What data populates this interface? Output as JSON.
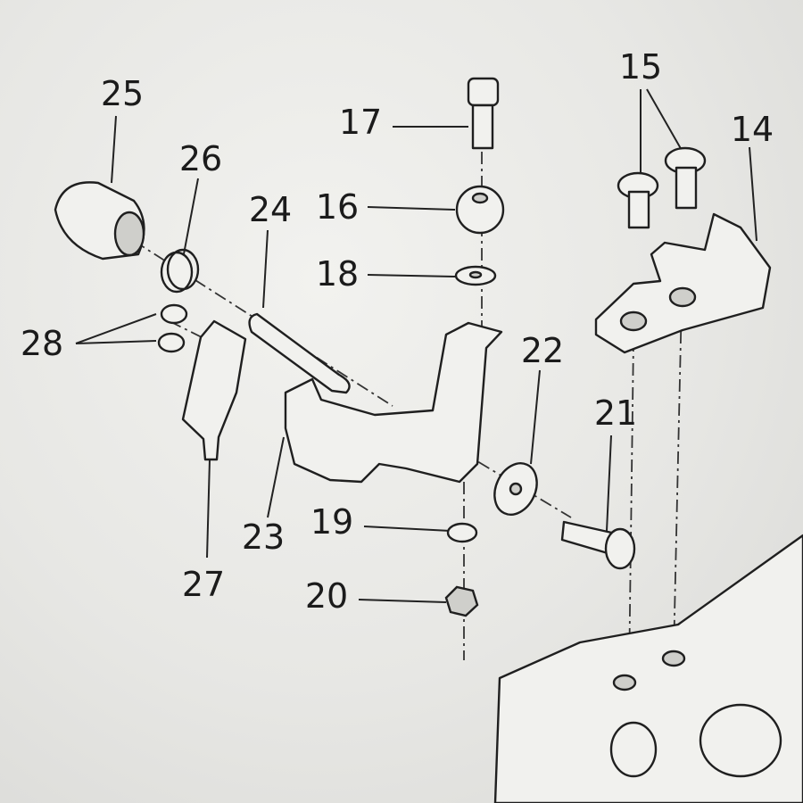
{
  "diagram": {
    "type": "exploded parts diagram",
    "labels": [
      {
        "id": "25",
        "text": "25"
      },
      {
        "id": "26",
        "text": "26"
      },
      {
        "id": "24",
        "text": "24"
      },
      {
        "id": "16",
        "text": "16"
      },
      {
        "id": "17",
        "text": "17"
      },
      {
        "id": "18",
        "text": "18"
      },
      {
        "id": "15",
        "text": "15"
      },
      {
        "id": "14",
        "text": "14"
      },
      {
        "id": "28",
        "text": "28"
      },
      {
        "id": "22",
        "text": "22"
      },
      {
        "id": "21",
        "text": "21"
      },
      {
        "id": "19",
        "text": "19"
      },
      {
        "id": "20",
        "text": "20"
      },
      {
        "id": "23",
        "text": "23"
      },
      {
        "id": "27",
        "text": "27"
      }
    ]
  }
}
